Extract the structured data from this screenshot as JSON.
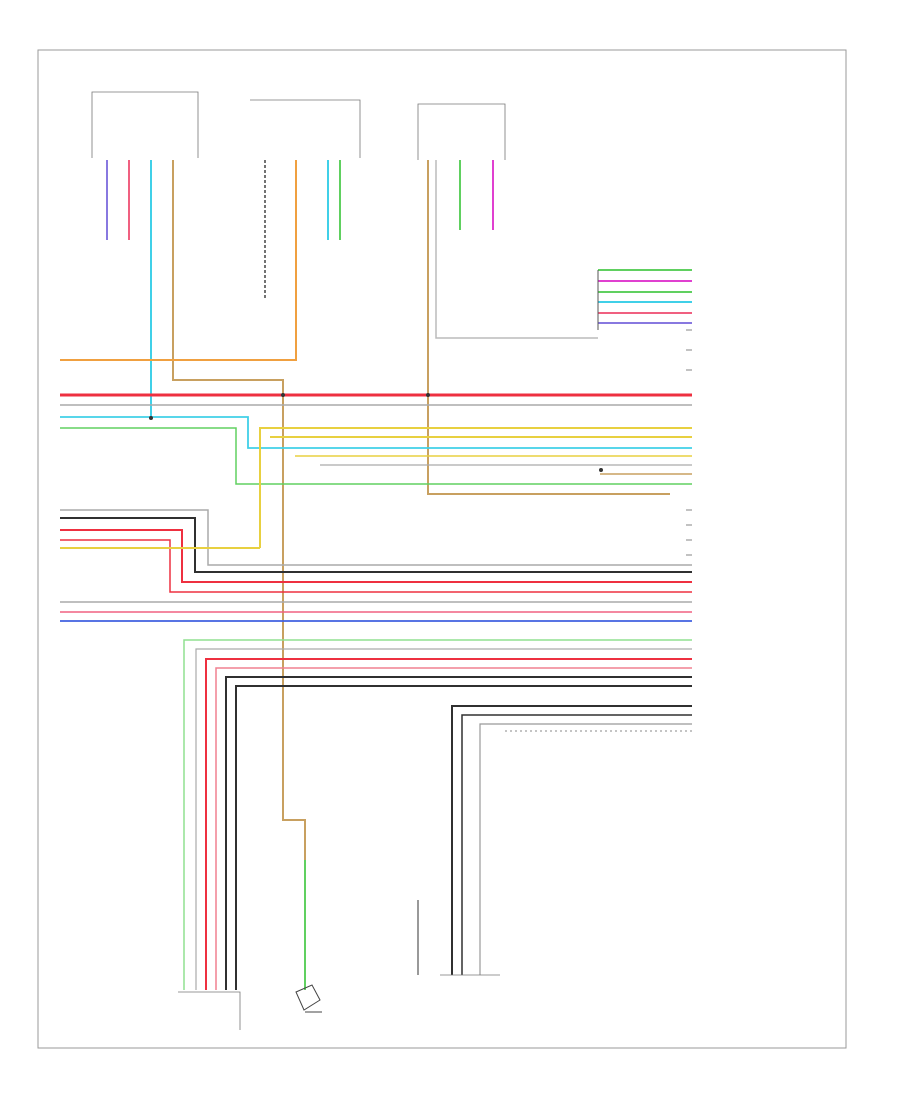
{
  "diagram": {
    "modules": [
      {
        "id": "top-left-module",
        "label": "",
        "pins": [
          "",
          "",
          "",
          "",
          ""
        ]
      },
      {
        "id": "top-mid-module",
        "label": "",
        "pins": [
          "",
          ""
        ]
      },
      {
        "id": "top-right-module",
        "label": "",
        "pins": [
          "",
          "",
          ""
        ]
      },
      {
        "id": "control-unit",
        "label": ""
      },
      {
        "id": "bottom-left-connector",
        "label": ""
      },
      {
        "id": "bottom-right-connector",
        "label": ""
      }
    ],
    "colors": {
      "orange": "#f0a040",
      "red": "#ee3040",
      "cyan": "#40d0e8",
      "green": "#60d060",
      "yellow": "#e8d040",
      "purple": "#8878e0",
      "magenta": "#e040d0",
      "pink": "#f06080",
      "black": "#303030",
      "gray": "#aaaaaa",
      "lightgreen": "#90e090",
      "tan": "#c8a060",
      "blue": "#4060e0"
    },
    "footer": {
      "left": "",
      "center_left": "",
      "center_right": ""
    }
  }
}
